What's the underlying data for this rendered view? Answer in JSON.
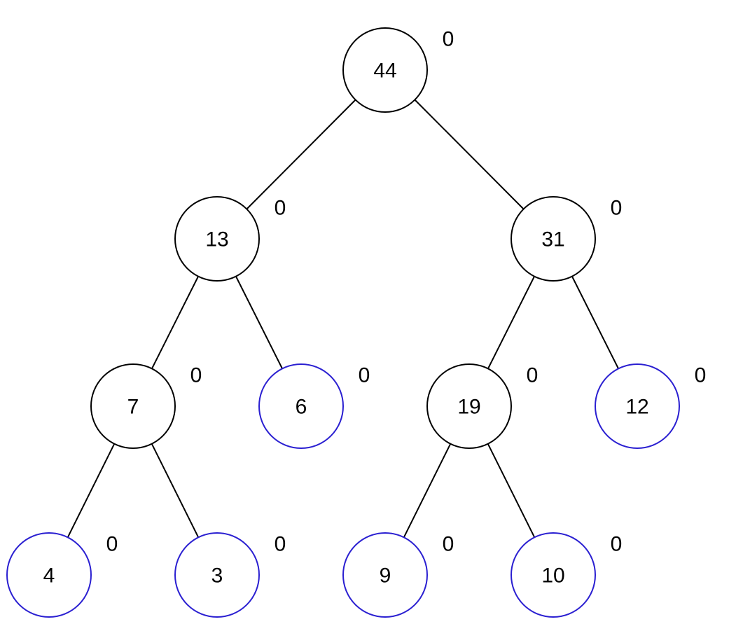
{
  "diagram": {
    "colors": {
      "internal_node": "#000000",
      "leaf_node": "#2a1fd1",
      "edge": "#000000"
    },
    "nodes": [
      {
        "id": "n44",
        "value": "44",
        "annotation": "0",
        "kind": "internal"
      },
      {
        "id": "n13",
        "value": "13",
        "annotation": "0",
        "kind": "internal"
      },
      {
        "id": "n31",
        "value": "31",
        "annotation": "0",
        "kind": "internal"
      },
      {
        "id": "n7",
        "value": "7",
        "annotation": "0",
        "kind": "internal"
      },
      {
        "id": "n6",
        "value": "6",
        "annotation": "0",
        "kind": "leaf"
      },
      {
        "id": "n19",
        "value": "19",
        "annotation": "0",
        "kind": "internal"
      },
      {
        "id": "n12",
        "value": "12",
        "annotation": "0",
        "kind": "leaf"
      },
      {
        "id": "n4",
        "value": "4",
        "annotation": "0",
        "kind": "leaf"
      },
      {
        "id": "n3",
        "value": "3",
        "annotation": "0",
        "kind": "leaf"
      },
      {
        "id": "n9",
        "value": "9",
        "annotation": "0",
        "kind": "leaf"
      },
      {
        "id": "n10",
        "value": "10",
        "annotation": "0",
        "kind": "leaf"
      }
    ],
    "edges": [
      {
        "from": "n44",
        "to": "n13"
      },
      {
        "from": "n44",
        "to": "n31"
      },
      {
        "from": "n13",
        "to": "n7"
      },
      {
        "from": "n13",
        "to": "n6"
      },
      {
        "from": "n31",
        "to": "n19"
      },
      {
        "from": "n31",
        "to": "n12"
      },
      {
        "from": "n7",
        "to": "n4"
      },
      {
        "from": "n7",
        "to": "n3"
      },
      {
        "from": "n19",
        "to": "n9"
      },
      {
        "from": "n19",
        "to": "n10"
      }
    ]
  }
}
